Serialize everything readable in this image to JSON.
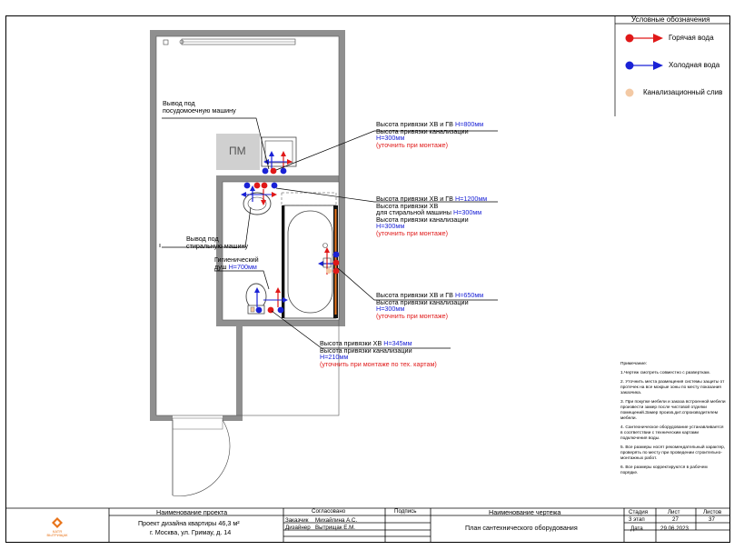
{
  "legend": {
    "title": "Условные обозначения",
    "items": [
      {
        "label": "Горячая вода",
        "color": "#e01818"
      },
      {
        "label": "Холодная вода",
        "color": "#1a22d6"
      },
      {
        "label": "Канализационный слив",
        "color": "#f3c9a4"
      }
    ]
  },
  "plan": {
    "pm_label": "ПМ",
    "callouts": {
      "dishwasher": [
        "Вывод под",
        "посудомоечную машину"
      ],
      "washer": [
        "Вывод под",
        "стиральную машину"
      ],
      "hygienic": {
        "line1": "Гигиенический",
        "line2_prefix": "душ ",
        "line2_value": "Н=700мм"
      },
      "kitchen": {
        "line1_prefix": "Высота привязки ХВ и ГВ ",
        "line1_value": "Н=800мм",
        "line2": "Высота привязки канализации",
        "line3": "Н=300мм",
        "line4": "(уточнить при монтаже)"
      },
      "sink": {
        "line1_prefix": "Высота привязки ХВ и ГВ ",
        "line1_value": "Н=1200мм",
        "line2": "Высота привязки ХВ",
        "line3_prefix": "для стиральной машины ",
        "line3_value": "Н=300мм",
        "line4": "Высота привязки канализации",
        "line5": "Н=300мм",
        "line6": "(уточнить при монтаже)"
      },
      "bath": {
        "line1_prefix": "Высота привязки ХВ и ГВ ",
        "line1_value": "Н=650мм",
        "line2": "Высота привязки канализации",
        "line3": "Н=300мм",
        "line4": "(уточнить при монтаже)"
      },
      "toilet": {
        "line1_prefix": "Высота привязки ХВ ",
        "line1_value": "Н=345мм",
        "line2": "Высота привязки канализации",
        "line3": "Н=210мм",
        "line4": "(уточнить при монтаже по тех. картам)"
      }
    }
  },
  "notes": {
    "title": "Примечание:",
    "items": [
      "1.Чертеж смотреть совместно с разверткам.",
      "2. Уточнить места размещения системы защиты от протечек на все мокрые зоны по месту показания заказчика.",
      "3. При покупке мебели и заказа встроенной мебели произвести замер после чистовой отделки помещений.Замер произв.дит.спроизводителем мебели.",
      "4. Сантехническое оборудование устанавливается в соответствии с техническим картами подключения воды.",
      "5. Все размеры носят рекомендательный характер, проверять по месту при проведении строительно-монтажных работ.",
      "6. Все размеры корректируются в рабочем порядке."
    ]
  },
  "title_block": {
    "logo_text": [
      "КАТЯ",
      "ВЫТРИЩАК"
    ],
    "project_header": "Наименование проекта",
    "project_name_1": "Проект дизайна квартиры 46,3 м²",
    "project_name_2": "г. Москва, ул. Гримау, д. 14",
    "agreed_header": "Согласовано",
    "signature_header": "Подпись",
    "client_label": "Заказчик",
    "client_name": "Михайлина А.С.",
    "designer_label": "Дизайнер",
    "designer_name": "Вытрищак Е.М.",
    "drawing_header": "Наименование чертежа",
    "drawing_name": "План сантехнического оборудования",
    "stage_header": "Стадия",
    "sheet_header": "Лист",
    "sheets_header": "Листов",
    "stage_value": "3 этап",
    "sheet_value": "27",
    "sheets_value": "37",
    "date_label": "Дата",
    "date_value": "29.06.2023"
  }
}
